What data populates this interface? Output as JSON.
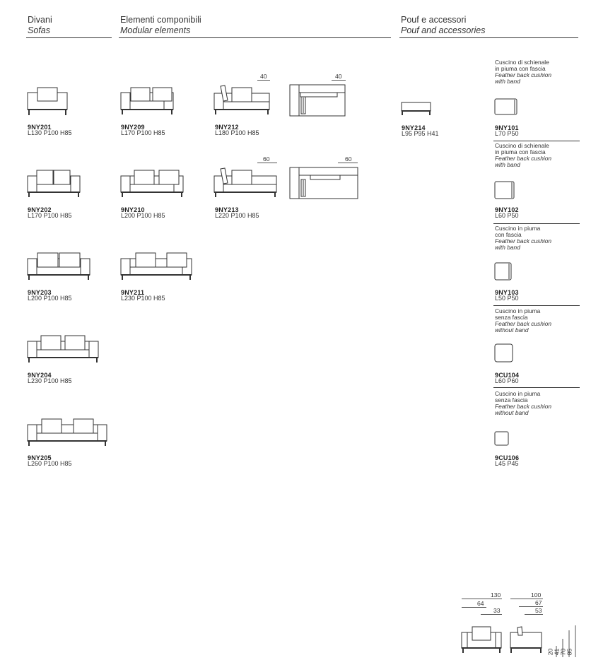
{
  "headers": {
    "sofas": {
      "it": "Divani",
      "en": "Sofas"
    },
    "modular": {
      "it": "Elementi componibili",
      "en": "Modular elements"
    },
    "pouf": {
      "it": "Pouf e accessori",
      "en": "Pouf and accessories"
    }
  },
  "sofas": [
    {
      "code": "9NY201",
      "dims": "L130 P100 H85"
    },
    {
      "code": "9NY202",
      "dims": "L170 P100 H85"
    },
    {
      "code": "9NY203",
      "dims": "L200 P100 H85"
    },
    {
      "code": "9NY204",
      "dims": "L230 P100 H85"
    },
    {
      "code": "9NY205",
      "dims": "L260 P100 H85"
    }
  ],
  "modular": [
    {
      "code": "9NY209",
      "dims": "L170 P100 H85"
    },
    {
      "code": "9NY210",
      "dims": "L200 P100 H85"
    },
    {
      "code": "9NY211",
      "dims": "L230 P100 H85"
    },
    {
      "code": "9NY212",
      "dims": "L180 P100 H85",
      "label": "40"
    },
    {
      "code": "9NY213",
      "dims": "L220 P100 H85",
      "label": "60"
    }
  ],
  "pouf": {
    "code": "9NY214",
    "dims": "L95 P95 H41"
  },
  "cushions": [
    {
      "it1": "Cuscino di schienale",
      "it2": "in piuma con fascia",
      "en1": "Feather back cushion",
      "en2": "with band",
      "code": "9NY101",
      "dims": "L70 P50"
    },
    {
      "it1": "Cuscino di schienale",
      "it2": "in piuma con fascia",
      "en1": "Feather back cushion",
      "en2": "with band",
      "code": "9NY102",
      "dims": "L60 P50"
    },
    {
      "it1": "Cuscino in piuma",
      "it2": "con fascia",
      "en1": "Feather back cushion",
      "en2": "with band",
      "code": "9NY103",
      "dims": "L50 P50"
    },
    {
      "it1": "Cuscino in piuma",
      "it2": "senza fascia",
      "en1": "Feather back cushion",
      "en2": "without band",
      "code": "9CU104",
      "dims": "L60 P60"
    },
    {
      "it1": "Cuscino in piuma",
      "it2": "senza fascia",
      "en1": "Feather back cushion",
      "en2": "without band",
      "code": "9CU106",
      "dims": "L45 P45"
    }
  ],
  "dimension_diagram": {
    "front": {
      "top": "130",
      "mid": "64",
      "low": "33"
    },
    "side": {
      "top": "100",
      "mid": "67",
      "low": "53"
    },
    "heights": [
      "20",
      "41",
      "70",
      "85"
    ]
  }
}
